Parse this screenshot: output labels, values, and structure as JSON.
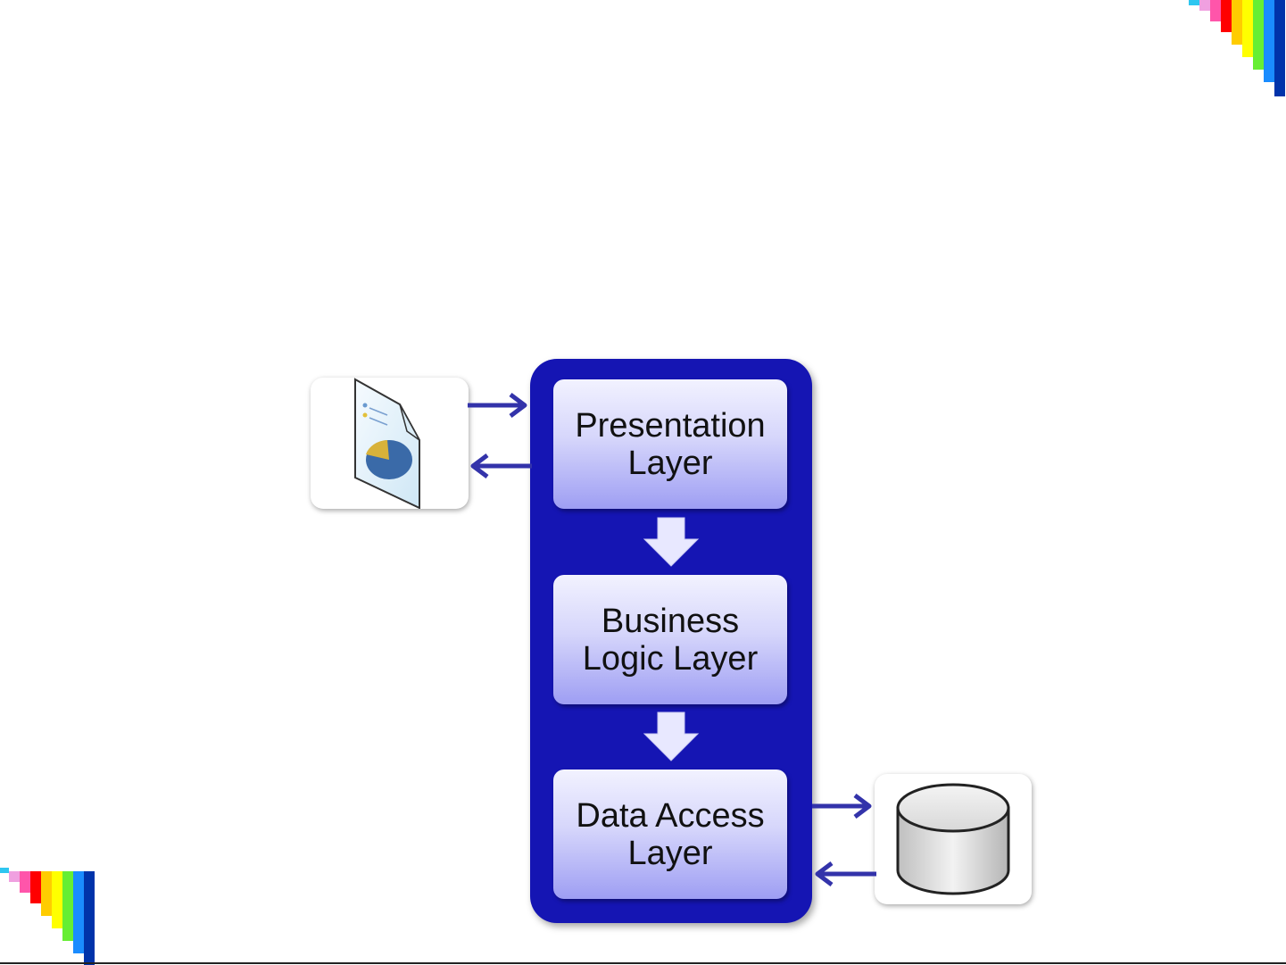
{
  "diagram": {
    "layers": [
      {
        "id": "presentation",
        "label": "Presentation Layer"
      },
      {
        "id": "business",
        "label": "Business Logic Layer"
      },
      {
        "id": "data-access",
        "label": "Data Access Layer"
      }
    ],
    "icons": {
      "client": "report-document-icon",
      "database": "database-cylinder-icon"
    },
    "colors": {
      "container": "#1515b3",
      "arrow": "#3333aa",
      "box_top": "#f2f2ff",
      "box_bottom": "#9e9ef3"
    },
    "decor_stripe_colors": [
      "#2ec6f0",
      "#f0a0e0",
      "#ff3399",
      "#ff0000",
      "#ffcc00",
      "#ffff00",
      "#66ff33",
      "#00ccff",
      "#0066ff",
      "#0033aa"
    ]
  }
}
